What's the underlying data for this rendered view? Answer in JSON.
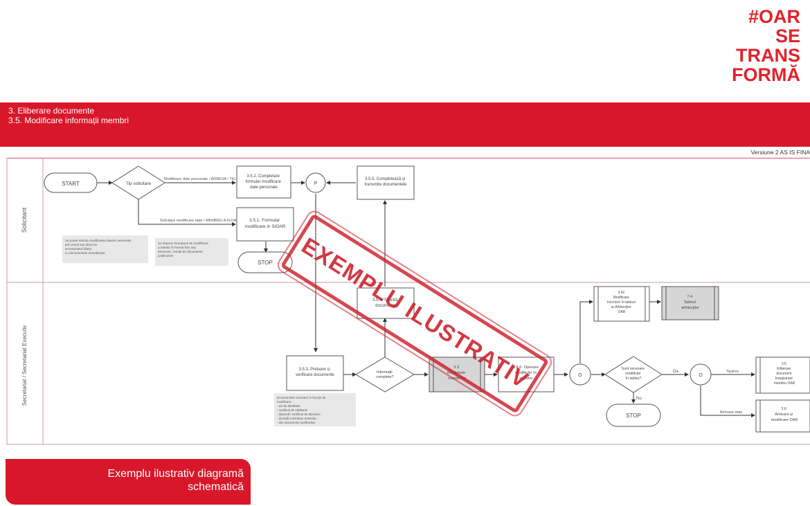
{
  "brand": {
    "lines": [
      "#OAR",
      "SE",
      "TRANS",
      "FORMĂ"
    ],
    "color": "#e3222a"
  },
  "header": {
    "line1": "3. Eliberare documente",
    "line2": "3.5. Modificare informații membri",
    "color": "#d8182a"
  },
  "version": "Versiune 2 AS IS FINA",
  "lanes": [
    "Solicitant",
    "Secretariat / Secretariat Executiv"
  ],
  "nodes": {
    "start": "START",
    "decision1": "Tip solicitare",
    "arrow1_label": "Modificare date personale / ADRESA / TEL.",
    "arrow2_label": "Solicitare modificare date / MEMBRU A.N.OAR",
    "box_352": [
      "3.5.2. Completare",
      "formular modificare",
      "date personale"
    ],
    "box_351": [
      "3.5.1. Formular",
      "modificare in SIOAR"
    ],
    "circle1": "P",
    "box_355": [
      "3.5.5. Completează și",
      "transmite documentele"
    ],
    "note_left": [
      "Se poate solicita modificarea datelor personale",
      "prin email sau direct la",
      "secretariatul filialei,",
      "cu documentele doveditoare"
    ],
    "note_mid": [
      "Se depune formularul de modificare",
      "a datelor în format fizic sau",
      "electronic, însoțit de documente",
      "justificative"
    ],
    "stop1": "STOP",
    "box_354": [
      "3.5.4. Solicită",
      "documente"
    ],
    "box_353": [
      "3.5.3. Preluare și",
      "verificare documente"
    ],
    "decision2": [
      "Informații",
      "complete?"
    ],
    "box_33": [
      "3.3",
      "Registrele",
      "membrilor"
    ],
    "box_356": [
      "3.5.6. Operare",
      "modificări în",
      "registru"
    ],
    "circle2": "O",
    "box_342": [
      "3.42",
      "Modificare",
      "înscriere în tabloul",
      "ar Arhitecților",
      "OAR"
    ],
    "box_74": [
      "7.4",
      "Tabloul",
      "arhitecților"
    ],
    "decision3": [
      "Sunt necesare",
      "modificări",
      "în tablou?"
    ],
    "arrow_da": "Da",
    "arrow_nu": "Nu",
    "circle3": "O",
    "arrow_tiparire": "Tipărire",
    "arrow_arhivare": "Arhivare date",
    "box_35": [
      "3.5",
      "Eliberare",
      "document",
      "înregistrare",
      "membru OAR"
    ],
    "box_36": [
      "3.6",
      "Arhivare și",
      "modificare OAR"
    ],
    "stop2": "STOP",
    "note_bottom": [
      "Documentele necesare în funcție de",
      "modificare:",
      "- act de identitate",
      "- certificat de căsătorie",
      "- diplomă / certificat de absolvire",
      "- dovadă schimbare domiciliu",
      "- alte documente justificative"
    ]
  },
  "stamp": "EXEMPLU ILUSTRATIV",
  "caption": {
    "line1": "Exemplu ilustrativ diagramă",
    "line2": "schematică"
  },
  "colors": {
    "accent": "#d8182a",
    "lane_line": "#c99aa8",
    "stamp": "#cd1e28",
    "gray_box": "#d6d6d6"
  }
}
